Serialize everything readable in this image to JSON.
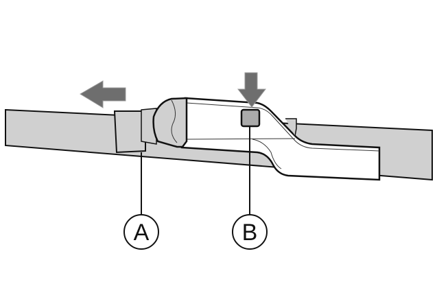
{
  "diagram": {
    "callouts": [
      {
        "id": "A",
        "label": "A"
      },
      {
        "id": "B",
        "label": "B"
      }
    ],
    "arrows": [
      {
        "name": "pull-direction",
        "direction": "left"
      },
      {
        "name": "press-direction",
        "direction": "down"
      }
    ],
    "colors": {
      "fill": "#d0d0d0",
      "arrow": "#6e6e6e",
      "stroke": "#111111"
    }
  }
}
